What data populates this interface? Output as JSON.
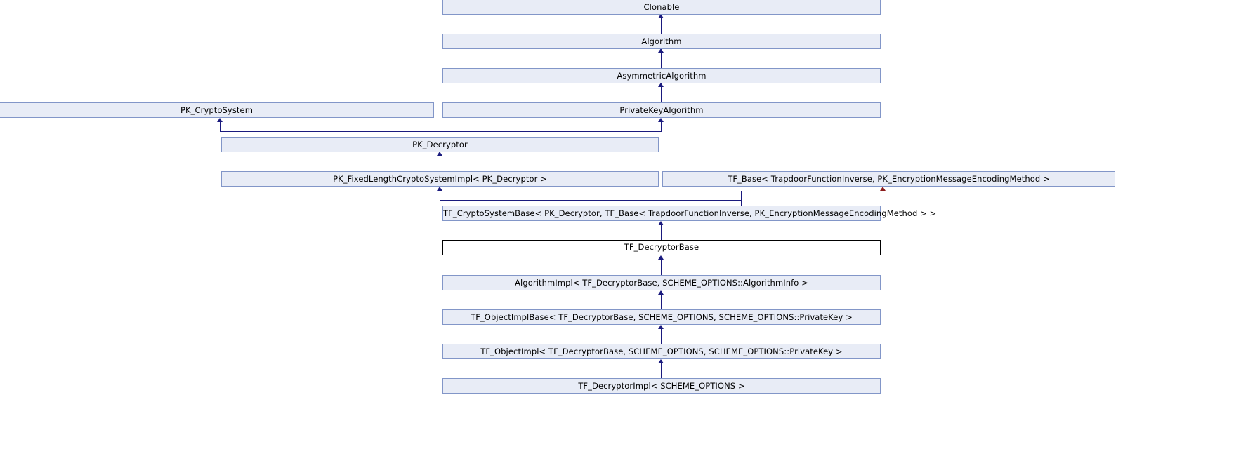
{
  "diagram": {
    "type": "class-inheritance-graph",
    "focus_class": "TF_DecryptorBase",
    "colors": {
      "node_fill": "#e8ecf6",
      "node_border": "#8296c8",
      "focus_fill": "#ffffff",
      "focus_border": "#000000",
      "inheritance_edge": "#1a1a7e",
      "template_edge": "#8b1a1a",
      "background": "#ffffff"
    },
    "nodes": [
      {
        "id": "clonable",
        "label": "Clonable"
      },
      {
        "id": "algorithm",
        "label": "Algorithm"
      },
      {
        "id": "asymmetric",
        "label": "AsymmetricAlgorithm"
      },
      {
        "id": "privatekeyalgorithm",
        "label": "PrivateKeyAlgorithm"
      },
      {
        "id": "pkcryptosystem",
        "label": "PK_CryptoSystem"
      },
      {
        "id": "pkdecryptor",
        "label": "PK_Decryptor"
      },
      {
        "id": "pkfixedlength",
        "label": "PK_FixedLengthCryptoSystemImpl< PK_Decryptor >"
      },
      {
        "id": "tfbase",
        "label": "TF_Base< TrapdoorFunctionInverse, PK_EncryptionMessageEncodingMethod >"
      },
      {
        "id": "tfcryptosystembase",
        "label": "TF_CryptoSystemBase< PK_Decryptor, TF_Base< TrapdoorFunctionInverse, PK_EncryptionMessageEncodingMethod > >"
      },
      {
        "id": "tfdecryptorbase",
        "label": "TF_DecryptorBase"
      },
      {
        "id": "algorithmimpl",
        "label": "AlgorithmImpl< TF_DecryptorBase, SCHEME_OPTIONS::AlgorithmInfo >"
      },
      {
        "id": "tfobjectimplbase",
        "label": "TF_ObjectImplBase< TF_DecryptorBase, SCHEME_OPTIONS, SCHEME_OPTIONS::PrivateKey >"
      },
      {
        "id": "tfobjectimpl",
        "label": "TF_ObjectImpl< TF_DecryptorBase, SCHEME_OPTIONS, SCHEME_OPTIONS::PrivateKey >"
      },
      {
        "id": "tfdecryptorimpl",
        "label": "TF_DecryptorImpl< SCHEME_OPTIONS >"
      }
    ],
    "edges": [
      {
        "from": "algorithm",
        "to": "clonable",
        "kind": "inheritance"
      },
      {
        "from": "asymmetric",
        "to": "algorithm",
        "kind": "inheritance"
      },
      {
        "from": "privatekeyalgorithm",
        "to": "asymmetric",
        "kind": "inheritance"
      },
      {
        "from": "pkdecryptor",
        "to": "pkcryptosystem",
        "kind": "inheritance"
      },
      {
        "from": "pkdecryptor",
        "to": "privatekeyalgorithm",
        "kind": "inheritance"
      },
      {
        "from": "pkfixedlength",
        "to": "pkdecryptor",
        "kind": "inheritance"
      },
      {
        "from": "tfcryptosystembase",
        "to": "pkfixedlength",
        "kind": "inheritance"
      },
      {
        "from": "tfcryptosystembase",
        "to": "tfbase",
        "kind": "inheritance"
      },
      {
        "from": "tfbase",
        "to": "tfbase-template",
        "kind": "template"
      },
      {
        "from": "tfdecryptorbase",
        "to": "tfcryptosystembase",
        "kind": "inheritance"
      },
      {
        "from": "algorithmimpl",
        "to": "tfdecryptorbase",
        "kind": "inheritance"
      },
      {
        "from": "tfobjectimplbase",
        "to": "algorithmimpl",
        "kind": "inheritance"
      },
      {
        "from": "tfobjectimpl",
        "to": "tfobjectimplbase",
        "kind": "inheritance"
      },
      {
        "from": "tfdecryptorimpl",
        "to": "tfobjectimpl",
        "kind": "inheritance"
      }
    ]
  }
}
